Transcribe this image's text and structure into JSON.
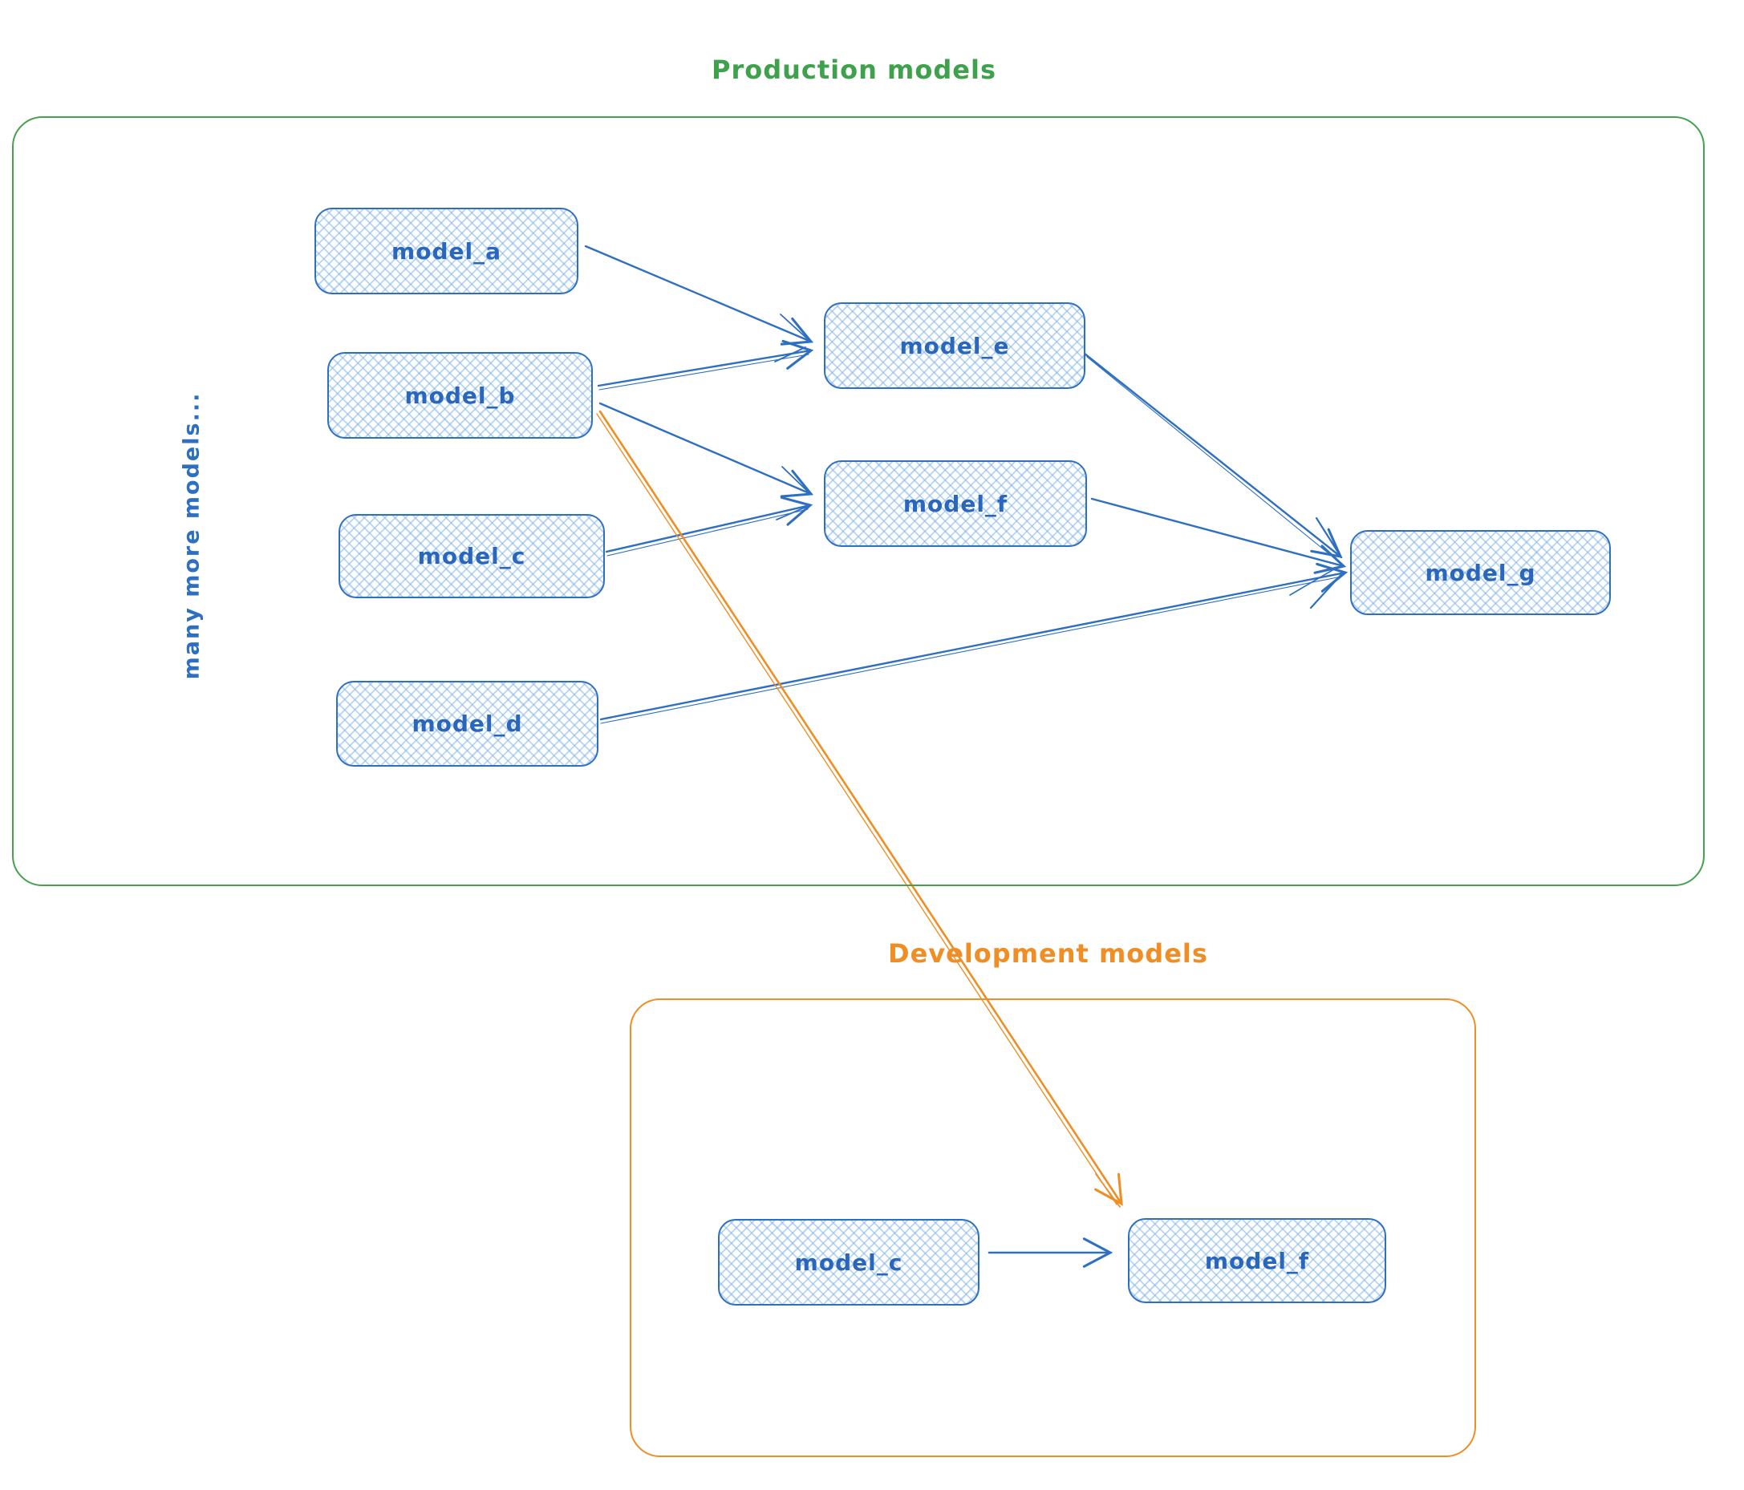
{
  "containers": {
    "production": {
      "label": "Production models",
      "color": "#3fa14c"
    },
    "development": {
      "label": "Development models",
      "color": "#ef8e24"
    }
  },
  "side_note": "many more models...",
  "nodes": {
    "a": "model_a",
    "b": "model_b",
    "c": "model_c",
    "d": "model_d",
    "e": "model_e",
    "f": "model_f",
    "g": "model_g",
    "dev_c": "model_c",
    "dev_f": "model_f"
  },
  "edges": [
    {
      "from": "model_a",
      "to": "model_e",
      "color": "#2e6fc2",
      "group": "production"
    },
    {
      "from": "model_b",
      "to": "model_e",
      "color": "#2e6fc2",
      "group": "production"
    },
    {
      "from": "model_b",
      "to": "model_f",
      "color": "#2e6fc2",
      "group": "production"
    },
    {
      "from": "model_c",
      "to": "model_f",
      "color": "#2e6fc2",
      "group": "production"
    },
    {
      "from": "model_e",
      "to": "model_g",
      "color": "#2e6fc2",
      "group": "production"
    },
    {
      "from": "model_f",
      "to": "model_g",
      "color": "#2e6fc2",
      "group": "production"
    },
    {
      "from": "model_d",
      "to": "model_g",
      "color": "#2e6fc2",
      "group": "production"
    },
    {
      "from": "model_b",
      "to": "model_f (development)",
      "color": "#ef8e24",
      "group": "cross"
    },
    {
      "from": "model_c (development)",
      "to": "model_f (development)",
      "color": "#2e6fc2",
      "group": "development"
    }
  ],
  "colors": {
    "node_border": "#2e6fc2",
    "node_fill_hatch": "#cfe3f8",
    "node_text": "#2a66bb",
    "production_border": "#44a24e",
    "development_border": "#ef8e24"
  }
}
